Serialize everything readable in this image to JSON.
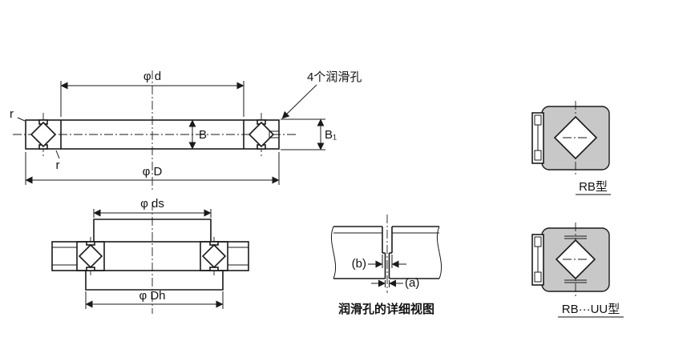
{
  "page": {
    "background": "#ffffff",
    "line_color": "#1a1a1a",
    "block_fill": "#c8c8c8"
  },
  "main_view": {
    "dim_phi_d": "φ d",
    "dim_phi_D": "φ D",
    "dim_B": "B",
    "dim_B1": "B₁",
    "radius_top": "r",
    "radius_bottom": "r",
    "lube_callout": "4个润滑孔"
  },
  "mount_view": {
    "dim_phi_ds": "φ ds",
    "dim_phi_Dh": "φ Dh"
  },
  "detail_view": {
    "dim_b": "(b)",
    "dim_a": "(a)",
    "caption": "润滑孔的详细视图"
  },
  "type_figures": {
    "rb_label": "RB型",
    "rb_uu_label": "RB···UU型"
  }
}
